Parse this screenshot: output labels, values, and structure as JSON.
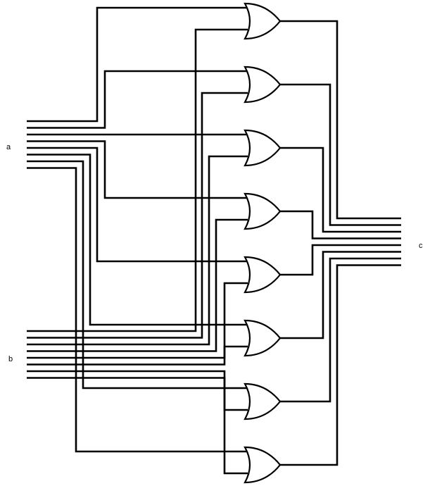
{
  "labels": {
    "bus_a": "a",
    "bus_b": "b",
    "bus_c": "c"
  },
  "gate_count": 8,
  "bit_width": 8,
  "colors": {
    "wire": "#000000",
    "background": "#ffffff"
  }
}
